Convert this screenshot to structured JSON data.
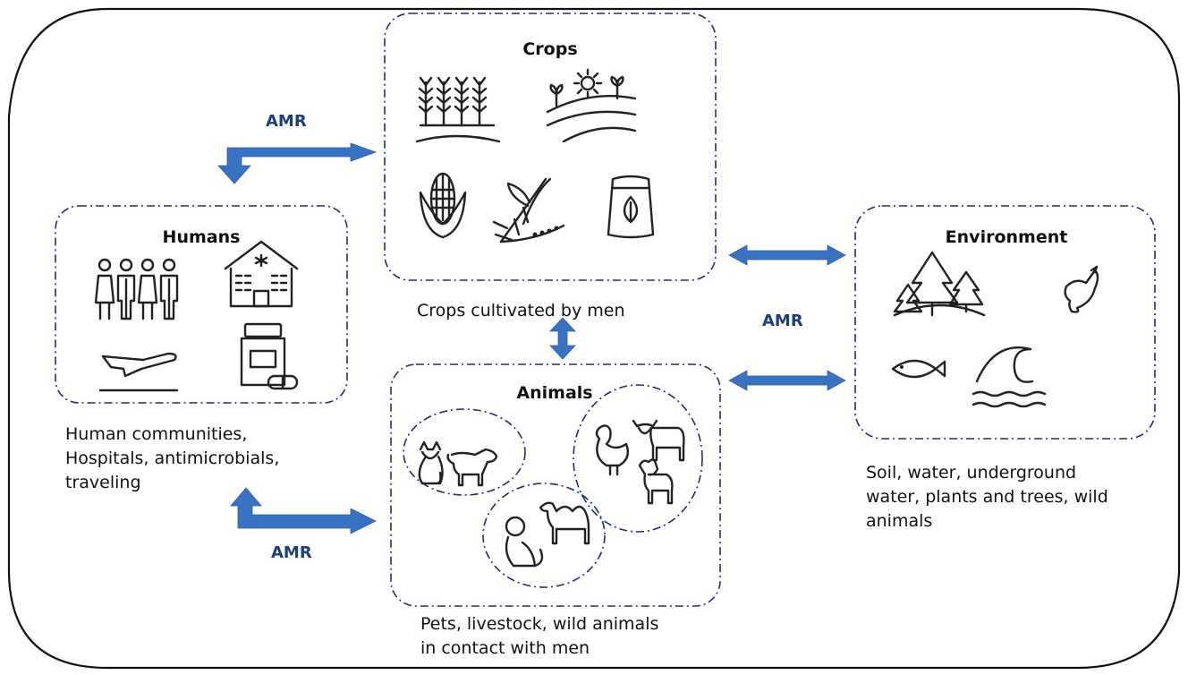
{
  "boxes": {
    "crops": {
      "title": "Crops",
      "caption": "Crops cultivated by men"
    },
    "humans": {
      "title": "Humans",
      "caption": "Human communities,\nHospitals, antimicrobials,\ntraveling"
    },
    "animals": {
      "title": "Animals",
      "caption": "Pets, livestock, wild animals\nin contact with men"
    },
    "environment": {
      "title": "Environment",
      "caption": "Soil, water, underground\nwater, plants and trees, wild\nanimals"
    }
  },
  "links": {
    "humans_crops": "AMR",
    "environment": "AMR",
    "humans_animals": "AMR"
  },
  "colors": {
    "arrow": "#3a72c2",
    "amr_text": "#1f3d7a",
    "box_border": "#1f2f6a"
  },
  "icons": {
    "crops": [
      "wheat-icon",
      "field-sun-icon",
      "corn-icon",
      "grain-stalk-icon",
      "seed-bag-icon"
    ],
    "humans": [
      "people-icon",
      "hospital-icon",
      "airplane-icon",
      "medicine-bottle-icon"
    ],
    "animals": [
      "cat-icon",
      "dog-icon",
      "chicken-icon",
      "cow-icon",
      "goat-icon",
      "camel-icon",
      "monkey-icon"
    ],
    "environment": [
      "forest-icon",
      "dove-icon",
      "fish-icon",
      "wave-icon"
    ]
  }
}
